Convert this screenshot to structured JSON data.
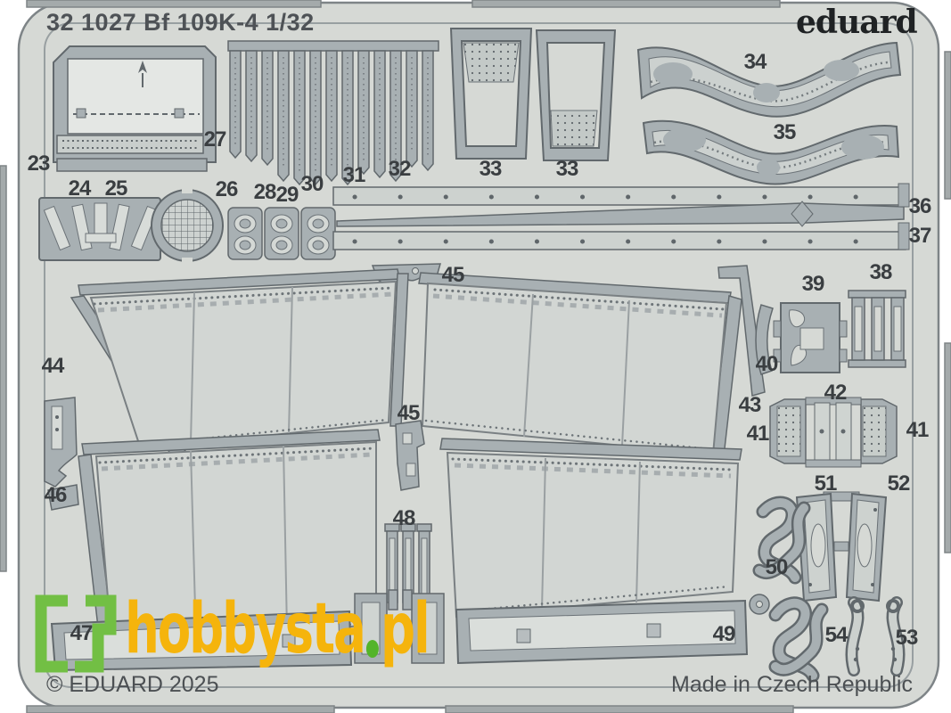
{
  "header": {
    "title": "32 1027 Bf 109K-4  1/32",
    "brand": "eduard"
  },
  "footer": {
    "copyright": "© EDUARD 2025",
    "made_in": "Made in Czech Republic"
  },
  "watermark": {
    "site": "hobbysta.pl",
    "text_main": "hobbysta",
    "text_tld": "pl",
    "bracket_color": "#72bf44",
    "text_color": "#f5b40c",
    "dot_color": "#53b42a"
  },
  "sheet": {
    "plate_color": "#d6d9d5",
    "part_color": "#a8b0b3",
    "outline_color": "#62696d",
    "label_color": "#3a3e41"
  },
  "parts": [
    {
      "label": "23"
    },
    {
      "label": "24"
    },
    {
      "label": "25"
    },
    {
      "label": "26"
    },
    {
      "label": "27"
    },
    {
      "label": "28"
    },
    {
      "label": "29"
    },
    {
      "label": "30"
    },
    {
      "label": "31"
    },
    {
      "label": "32"
    },
    {
      "label": "33"
    },
    {
      "label": "33"
    },
    {
      "label": "34"
    },
    {
      "label": "35"
    },
    {
      "label": "36"
    },
    {
      "label": "37"
    },
    {
      "label": "38"
    },
    {
      "label": "39"
    },
    {
      "label": "40"
    },
    {
      "label": "41"
    },
    {
      "label": "41"
    },
    {
      "label": "42"
    },
    {
      "label": "43"
    },
    {
      "label": "44"
    },
    {
      "label": "45"
    },
    {
      "label": "45"
    },
    {
      "label": "46"
    },
    {
      "label": "47"
    },
    {
      "label": "48"
    },
    {
      "label": "49"
    },
    {
      "label": "50"
    },
    {
      "label": "51"
    },
    {
      "label": "52"
    },
    {
      "label": "53"
    },
    {
      "label": "54"
    }
  ]
}
